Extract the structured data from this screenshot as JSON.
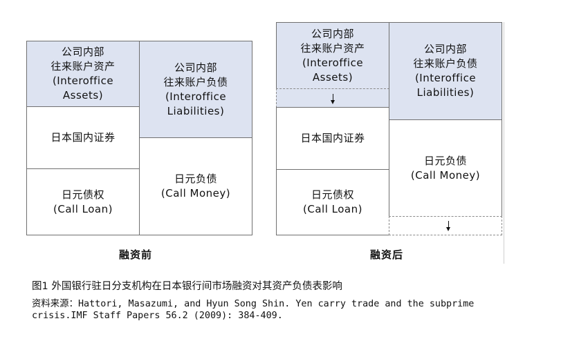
{
  "before": {
    "title": "融资前",
    "assets": {
      "interoffice": [
        "公司内部",
        "往来账户资产",
        "(Interoffice",
        "Assets)"
      ],
      "securities": [
        "日本国内证券"
      ],
      "loan": [
        "日元债权",
        "(Call Loan)"
      ]
    },
    "liabilities": {
      "interoffice": [
        "公司内部",
        "往来账户负债",
        "(Interoffice",
        "Liabilities)"
      ],
      "money": [
        "日元负债",
        "(Call Money)"
      ]
    }
  },
  "after": {
    "title": "融资后",
    "assets": {
      "interoffice": [
        "公司内部",
        "往来账户资产",
        "(Interoffice",
        "Assets)"
      ],
      "securities": [
        "日本国内证券"
      ],
      "loan": [
        "日元债权",
        "(Call Loan)"
      ]
    },
    "liabilities": {
      "interoffice": [
        "公司内部",
        "往来账户负债",
        "(Interoffice",
        "Liabilities)"
      ],
      "money": [
        "日元负债",
        "(Call Money)"
      ]
    }
  },
  "caption": "图1  外国银行驻日分支机构在日本银行间市场融资对其资产负债表影响",
  "source_line1": "资料来源：Hattori, Masazumi, and Hyun Song Shin. Yen carry trade and the subprime",
  "source_line2": "crisis.IMF Staff Papers 56.2 (2009): 384-409."
}
